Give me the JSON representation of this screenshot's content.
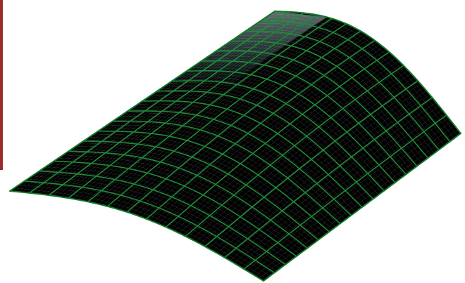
{
  "figure": {
    "subject": "saddle-surface-mesh",
    "grid": {
      "u_lines": 18,
      "v_lines": 13
    },
    "colors": {
      "background": "#ffffff",
      "edge_bar": "#9c2a2a",
      "mesh_line": "#1f8a3a",
      "outline": "#137a2c",
      "shade_deep_blue": "#3f6fb8",
      "shade_mid_blue": "#7f9fd6",
      "shade_lavender": "#b7b4dd",
      "shade_teal": "#6fbfc4",
      "shade_mint": "#bfe9dd"
    }
  }
}
